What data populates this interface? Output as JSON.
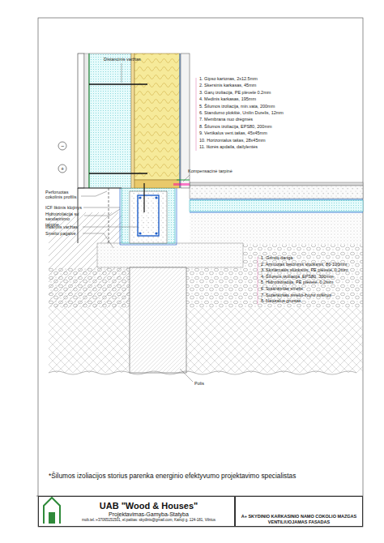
{
  "diagram": {
    "nodes": [
      {
        "text": [
          "UAB \"Wood & Houses\"",
          "Projektavimas-Gamyba-Statyba",
          "mob.tel.:+37065151501, el.paštas: skydinis@gmail.com, Kairoji g. 124-181, Vilnius"
        ]
      },
      {
        "text": [
          "A+ SKYDINIO KARKASINIO NAMO COKOLIO MAZGAS VENTILIUOJAMAS FASADAS"
        ]
      }
    ],
    "labels": [
      "Distancinis varžtas",
      "1. Gipso kartonas, 2x12.5mm",
      "2. Skersinis karkasas, 45mm",
      "3. Garų izoliacija, PE plėvelė 0.2mm",
      "4. Medinis karkasas, 195mm",
      "5. Šilumos izoliacija, min.vata, 200mm",
      "6. Standumo plokštė, Unilin Durelis, 12mm",
      "7. Membrana nuo drėgmės",
      "8. Šilumos izoliacija, EPS80, 200mm",
      "9. Vertikalus vent.tašas, 45x45mm",
      "10. Horizontalus tašas, 28x45mm",
      "11. Išorės apdaila, dailylentės",
      "Kompensacinė tarpinė",
      "Perforuotas cokolinis profilis",
      "ICF liktinis klojinys",
      "Hidroizoliacija su sandarinimo tarpine",
      "Inkarinis varžtas",
      "Smėlio pagalvė",
      "−",
      "+",
      "1. Grindų danga",
      "2. Armuotas betoninis sluoksnis, 80-100mm",
      "3. Skiriamasis sluoksnis, PE plėvelė, 0.2mm",
      "4. Šilumos izoliacija, EPS80, 300mm",
      "5. Hidroizoliacija, PE plėvelė, 0.2mm",
      "6. Sutankintas smėlis",
      "7. Sutankintas smėlio-žvyro mišinys",
      "8. Natūralus gruntas",
      "Polis",
      "*Šilumos izoliacijos storius parenka energinio efektyvumo projektavimo specialistas"
    ]
  }
}
